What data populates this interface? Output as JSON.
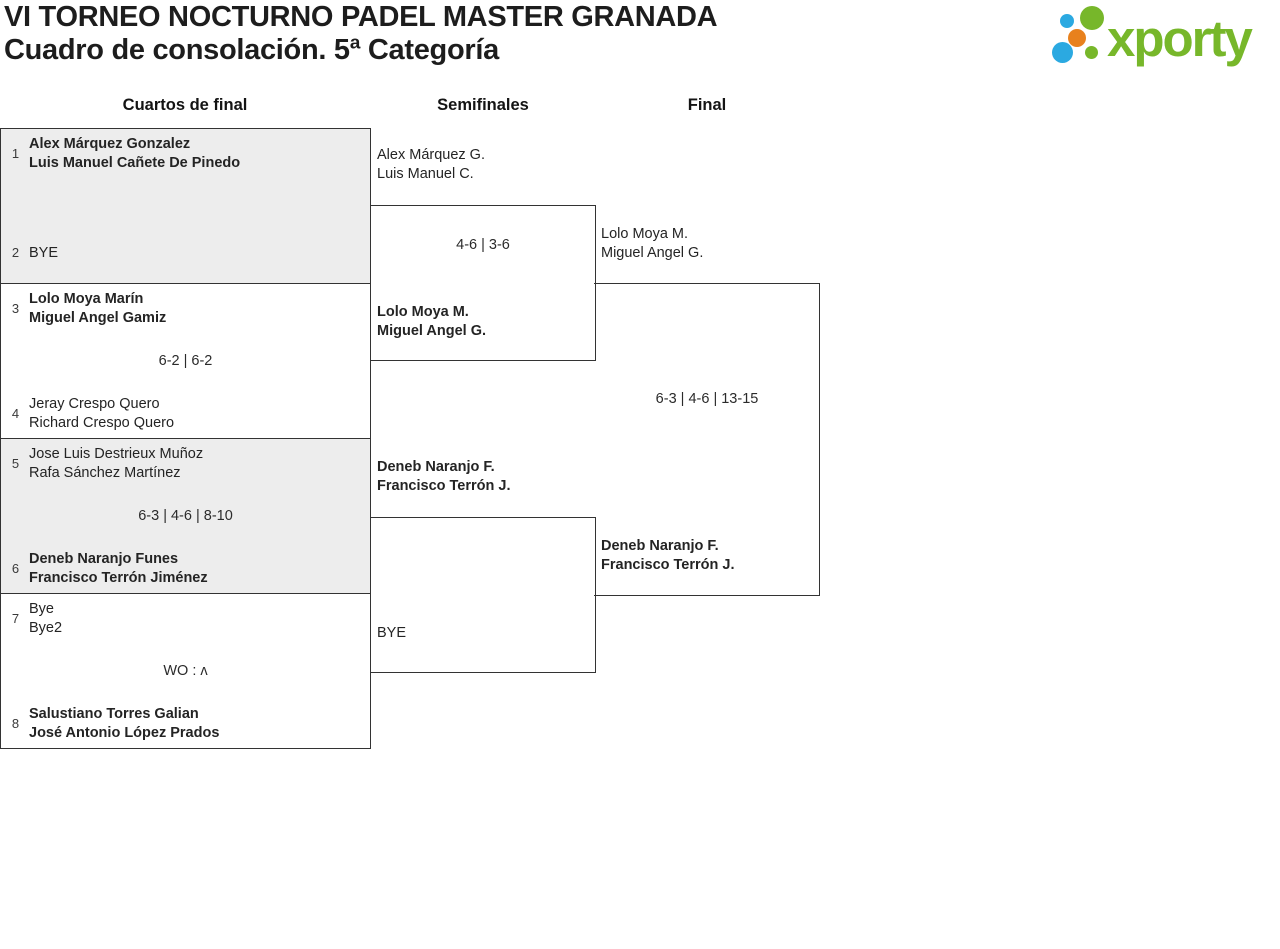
{
  "header": {
    "title_line1": "VI TORNEO NOCTURNO PADEL MASTER GRANADA",
    "title_line2": "Cuadro de consolación. 5ª Categoría",
    "logo_text": "xporty"
  },
  "colors": {
    "logo_green": "#77b72a",
    "logo_blue": "#2ba9e1",
    "logo_orange": "#e8811d",
    "box_gray": "#ededed",
    "border": "#333333"
  },
  "round_labels": [
    "Cuartos de final",
    "Semifinales",
    "Final"
  ],
  "quarterfinals": [
    {
      "seed_top": "1",
      "team_top": [
        "Alex Márquez Gonzalez",
        "Luis Manuel Cañete De Pinedo"
      ],
      "score": "",
      "seed_bottom": "2",
      "team_bottom": [
        "BYE",
        ""
      ],
      "winner": "top"
    },
    {
      "seed_top": "3",
      "team_top": [
        "Lolo Moya Marín",
        "Miguel Angel Gamiz"
      ],
      "score": "6-2 | 6-2",
      "seed_bottom": "4",
      "team_bottom": [
        "Jeray Crespo Quero",
        "Richard Crespo Quero"
      ],
      "winner": "top"
    },
    {
      "seed_top": "5",
      "team_top": [
        "Jose Luis Destrieux Muñoz",
        "Rafa Sánchez Martínez"
      ],
      "score": "6-3 | 4-6 | 8-10",
      "seed_bottom": "6",
      "team_bottom": [
        "Deneb Naranjo Funes",
        "Francisco Terrón Jiménez"
      ],
      "winner": "bottom"
    },
    {
      "seed_top": "7",
      "team_top": [
        "Bye",
        "Bye2"
      ],
      "score": "WO : ʌ",
      "seed_bottom": "8",
      "team_bottom": [
        "Salustiano Torres Galian",
        "José Antonio López Prados"
      ],
      "winner": "bottom"
    }
  ],
  "semifinals": [
    {
      "team_top": [
        "Alex Márquez G.",
        "Luis Manuel C."
      ],
      "score": "4-6 | 3-6",
      "team_bottom": [
        "Lolo Moya M.",
        "Miguel Angel G."
      ],
      "winner": "bottom"
    },
    {
      "team_top": [
        "Deneb Naranjo F.",
        "Francisco Terrón J."
      ],
      "score": "",
      "team_bottom": [
        "BYE",
        ""
      ],
      "winner": "top"
    }
  ],
  "final": {
    "team_top": [
      "Lolo Moya M.",
      "Miguel Angel G."
    ],
    "score": "6-3 | 4-6 | 13-15",
    "team_bottom": [
      "Deneb Naranjo F.",
      "Francisco Terrón J."
    ],
    "winner": "bottom"
  }
}
